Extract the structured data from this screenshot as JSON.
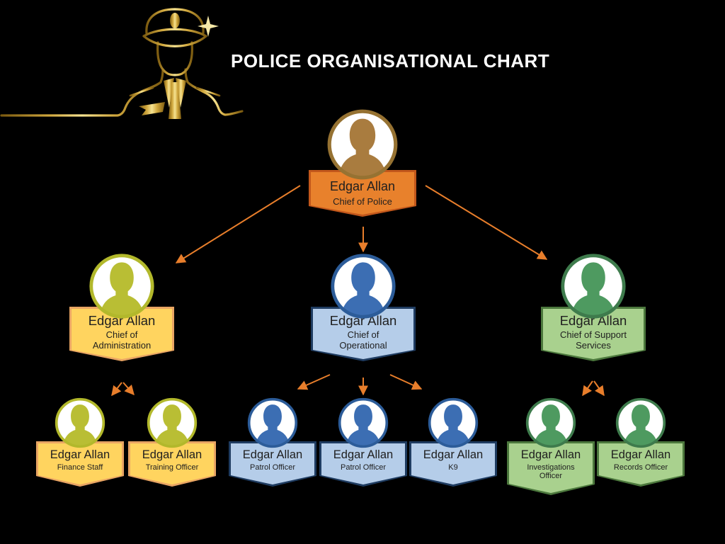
{
  "header": {
    "title": "POLICE ORGANISATIONAL CHART",
    "illustration": "gold line-art police officer with peaked cap"
  },
  "palette": {
    "background": "#000000",
    "title_color": "#FFFFFF",
    "arrow": "#E87E2B",
    "gold_line": "#D1A83E",
    "text": "#1F1F1F",
    "themes": {
      "orange": {
        "silhouette": "#A97C3F",
        "ring": "#967232",
        "banner_fill": "#E8812C",
        "banner_border": "#C2571B"
      },
      "yellow": {
        "silhouette": "#B9BE34",
        "ring": "#B2B82B",
        "banner_fill": "#FFD45F",
        "banner_border": "#E9A563"
      },
      "blue": {
        "silhouette": "#3C6EB3",
        "ring": "#2C5C99",
        "banner_fill": "#B5CDE9",
        "banner_border": "#1F3C61"
      },
      "green": {
        "silhouette": "#4E9A60",
        "ring": "#3E7B4C",
        "banner_fill": "#A9D18E",
        "banner_border": "#4C783D"
      }
    }
  },
  "org": {
    "root": {
      "name": "Edgar Allan",
      "role": "Chief of Police",
      "theme": "orange",
      "children": [
        {
          "name": "Edgar Allan",
          "role": "Chief of Administration",
          "theme": "yellow",
          "children": [
            {
              "name": "Edgar Allan",
              "role": "Finance Staff",
              "theme": "yellow"
            },
            {
              "name": "Edgar Allan",
              "role": "Training Officer",
              "theme": "yellow"
            }
          ]
        },
        {
          "name": "Edgar Allan",
          "role": "Chief of Operational",
          "theme": "blue",
          "children": [
            {
              "name": "Edgar Allan",
              "role": "Patrol Officer",
              "theme": "blue"
            },
            {
              "name": "Edgar Allan",
              "role": "Patrol Officer",
              "theme": "blue"
            },
            {
              "name": "Edgar Allan",
              "role": "K9",
              "theme": "blue"
            }
          ]
        },
        {
          "name": "Edgar Allan",
          "role": "Chief of Support Services",
          "theme": "green",
          "children": [
            {
              "name": "Edgar Allan",
              "role": "Investigations Officer",
              "theme": "green"
            },
            {
              "name": "Edgar Allan",
              "role": "Records Officer",
              "theme": "green"
            }
          ]
        }
      ]
    }
  }
}
